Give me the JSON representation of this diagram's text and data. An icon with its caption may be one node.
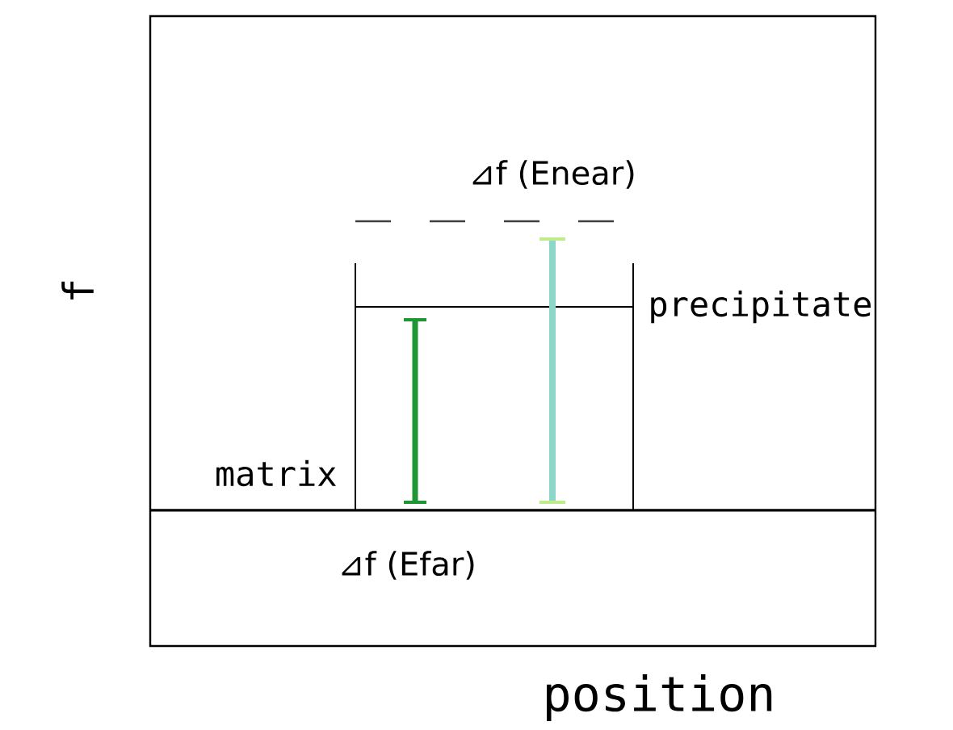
{
  "diagram": {
    "labels": [
      "⊿f (Enear)",
      "precipitate",
      "f",
      "matrix",
      "⊿f (Efar)",
      "position"
    ]
  }
}
